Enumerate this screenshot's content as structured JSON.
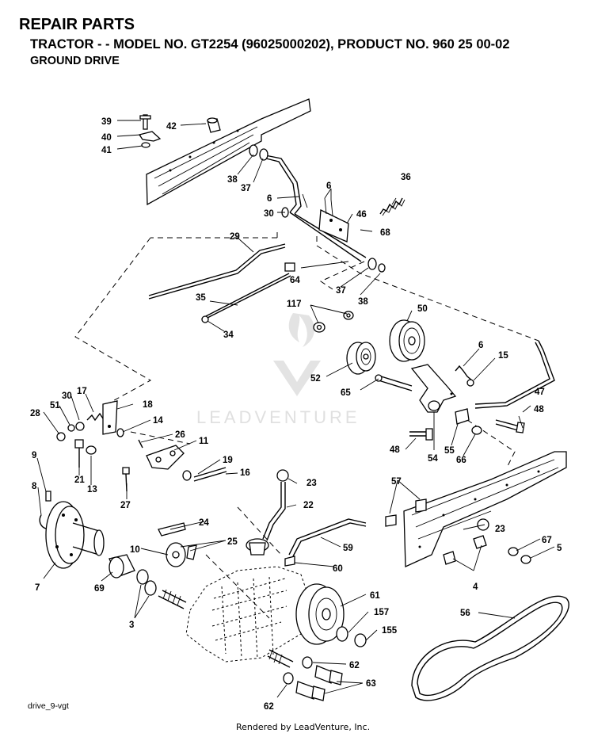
{
  "header": {
    "title": "REPAIR PARTS",
    "model_line": "TRACTOR - - MODEL NO. GT2254 (96025000202), PRODUCT NO. 960 25 00-02",
    "section": "GROUND DRIVE"
  },
  "diagram": {
    "watermark": "LEADVENTURE",
    "callouts": [
      "39",
      "40",
      "41",
      "42",
      "38",
      "37",
      "36",
      "6",
      "6",
      "30",
      "46",
      "68",
      "29",
      "64",
      "37",
      "38",
      "35",
      "34",
      "117",
      "50",
      "52",
      "6",
      "15",
      "65",
      "47",
      "48",
      "48",
      "54",
      "55",
      "66",
      "28",
      "51",
      "30",
      "17",
      "18",
      "14",
      "26",
      "11",
      "9",
      "21",
      "13",
      "19",
      "16",
      "27",
      "8",
      "23",
      "22",
      "57",
      "24",
      "25",
      "10",
      "7",
      "69",
      "3",
      "23",
      "59",
      "60",
      "67",
      "5",
      "4",
      "61",
      "157",
      "155",
      "56",
      "62",
      "63",
      "62"
    ]
  },
  "footer": {
    "drawing_code": "drive_9-vgt",
    "credit": "Rendered by LeadVenture, Inc."
  }
}
